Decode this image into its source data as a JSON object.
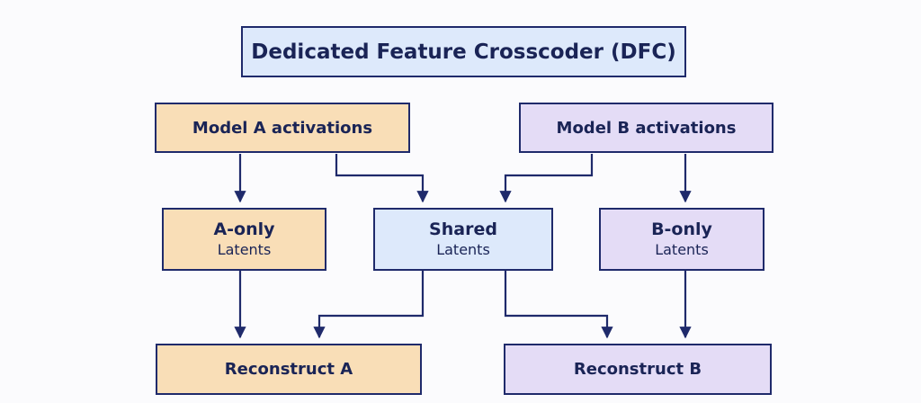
{
  "title": "Dedicated Feature Crosscoder (DFC)",
  "model_a": "Model A activations",
  "model_b": "Model B activations",
  "a_only": {
    "title": "A-only",
    "subtitle": "Latents"
  },
  "shared": {
    "title": "Shared",
    "subtitle": "Latents"
  },
  "b_only": {
    "title": "B-only",
    "subtitle": "Latents"
  },
  "reconstruct_a": "Reconstruct A",
  "reconstruct_b": "Reconstruct B",
  "colors": {
    "line": "#1f2a6b",
    "text": "#1a2456",
    "model_a_fill": "#f9deb7",
    "model_b_fill": "#e4dcf6",
    "shared_fill": "#dde9fb"
  }
}
